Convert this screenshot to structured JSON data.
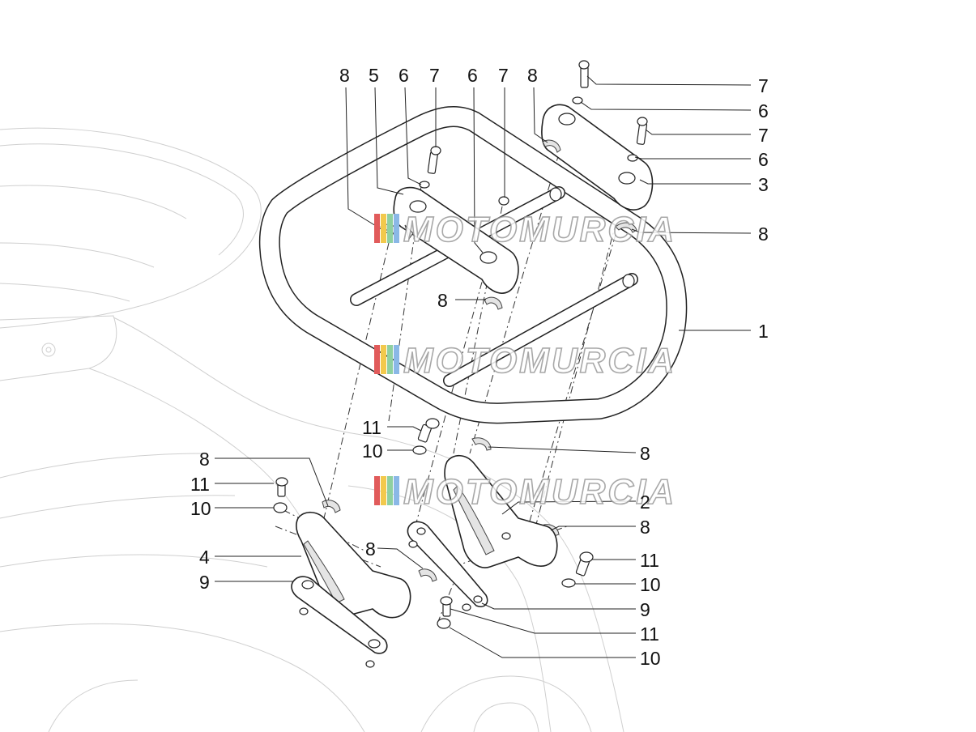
{
  "watermark": {
    "text": "MOTOMURCIA",
    "stripe_colors": [
      "#e15b5b",
      "#f2c94c",
      "#8fd0a0",
      "#8ab8e6"
    ]
  },
  "callouts": [
    {
      "id": "c-top-8a",
      "label": "8"
    },
    {
      "id": "c-top-5",
      "label": "5"
    },
    {
      "id": "c-top-6a",
      "label": "6"
    },
    {
      "id": "c-top-7a",
      "label": "7"
    },
    {
      "id": "c-top-6b",
      "label": "6"
    },
    {
      "id": "c-top-7b",
      "label": "7"
    },
    {
      "id": "c-top-8b",
      "label": "8"
    },
    {
      "id": "c-r-7a",
      "label": "7"
    },
    {
      "id": "c-r-6a",
      "label": "6"
    },
    {
      "id": "c-r-7b",
      "label": "7"
    },
    {
      "id": "c-r-6b",
      "label": "6"
    },
    {
      "id": "c-r-3",
      "label": "3"
    },
    {
      "id": "c-r-8",
      "label": "8"
    },
    {
      "id": "c-mid-8",
      "label": "8"
    },
    {
      "id": "c-r-1",
      "label": "1"
    },
    {
      "id": "c-m-11",
      "label": "11"
    },
    {
      "id": "c-m-10",
      "label": "10"
    },
    {
      "id": "c-r-8c",
      "label": "8"
    },
    {
      "id": "c-l-8",
      "label": "8"
    },
    {
      "id": "c-l-11",
      "label": "11"
    },
    {
      "id": "c-l-10",
      "label": "10"
    },
    {
      "id": "c-r-2",
      "label": "2"
    },
    {
      "id": "c-r-8d",
      "label": "8"
    },
    {
      "id": "c-l-4",
      "label": "4"
    },
    {
      "id": "c-m-8",
      "label": "8"
    },
    {
      "id": "c-r-11a",
      "label": "11"
    },
    {
      "id": "c-l-9",
      "label": "9"
    },
    {
      "id": "c-r-10a",
      "label": "10"
    },
    {
      "id": "c-r-9",
      "label": "9"
    },
    {
      "id": "c-r-11b",
      "label": "11"
    },
    {
      "id": "c-r-10b",
      "label": "10"
    }
  ]
}
